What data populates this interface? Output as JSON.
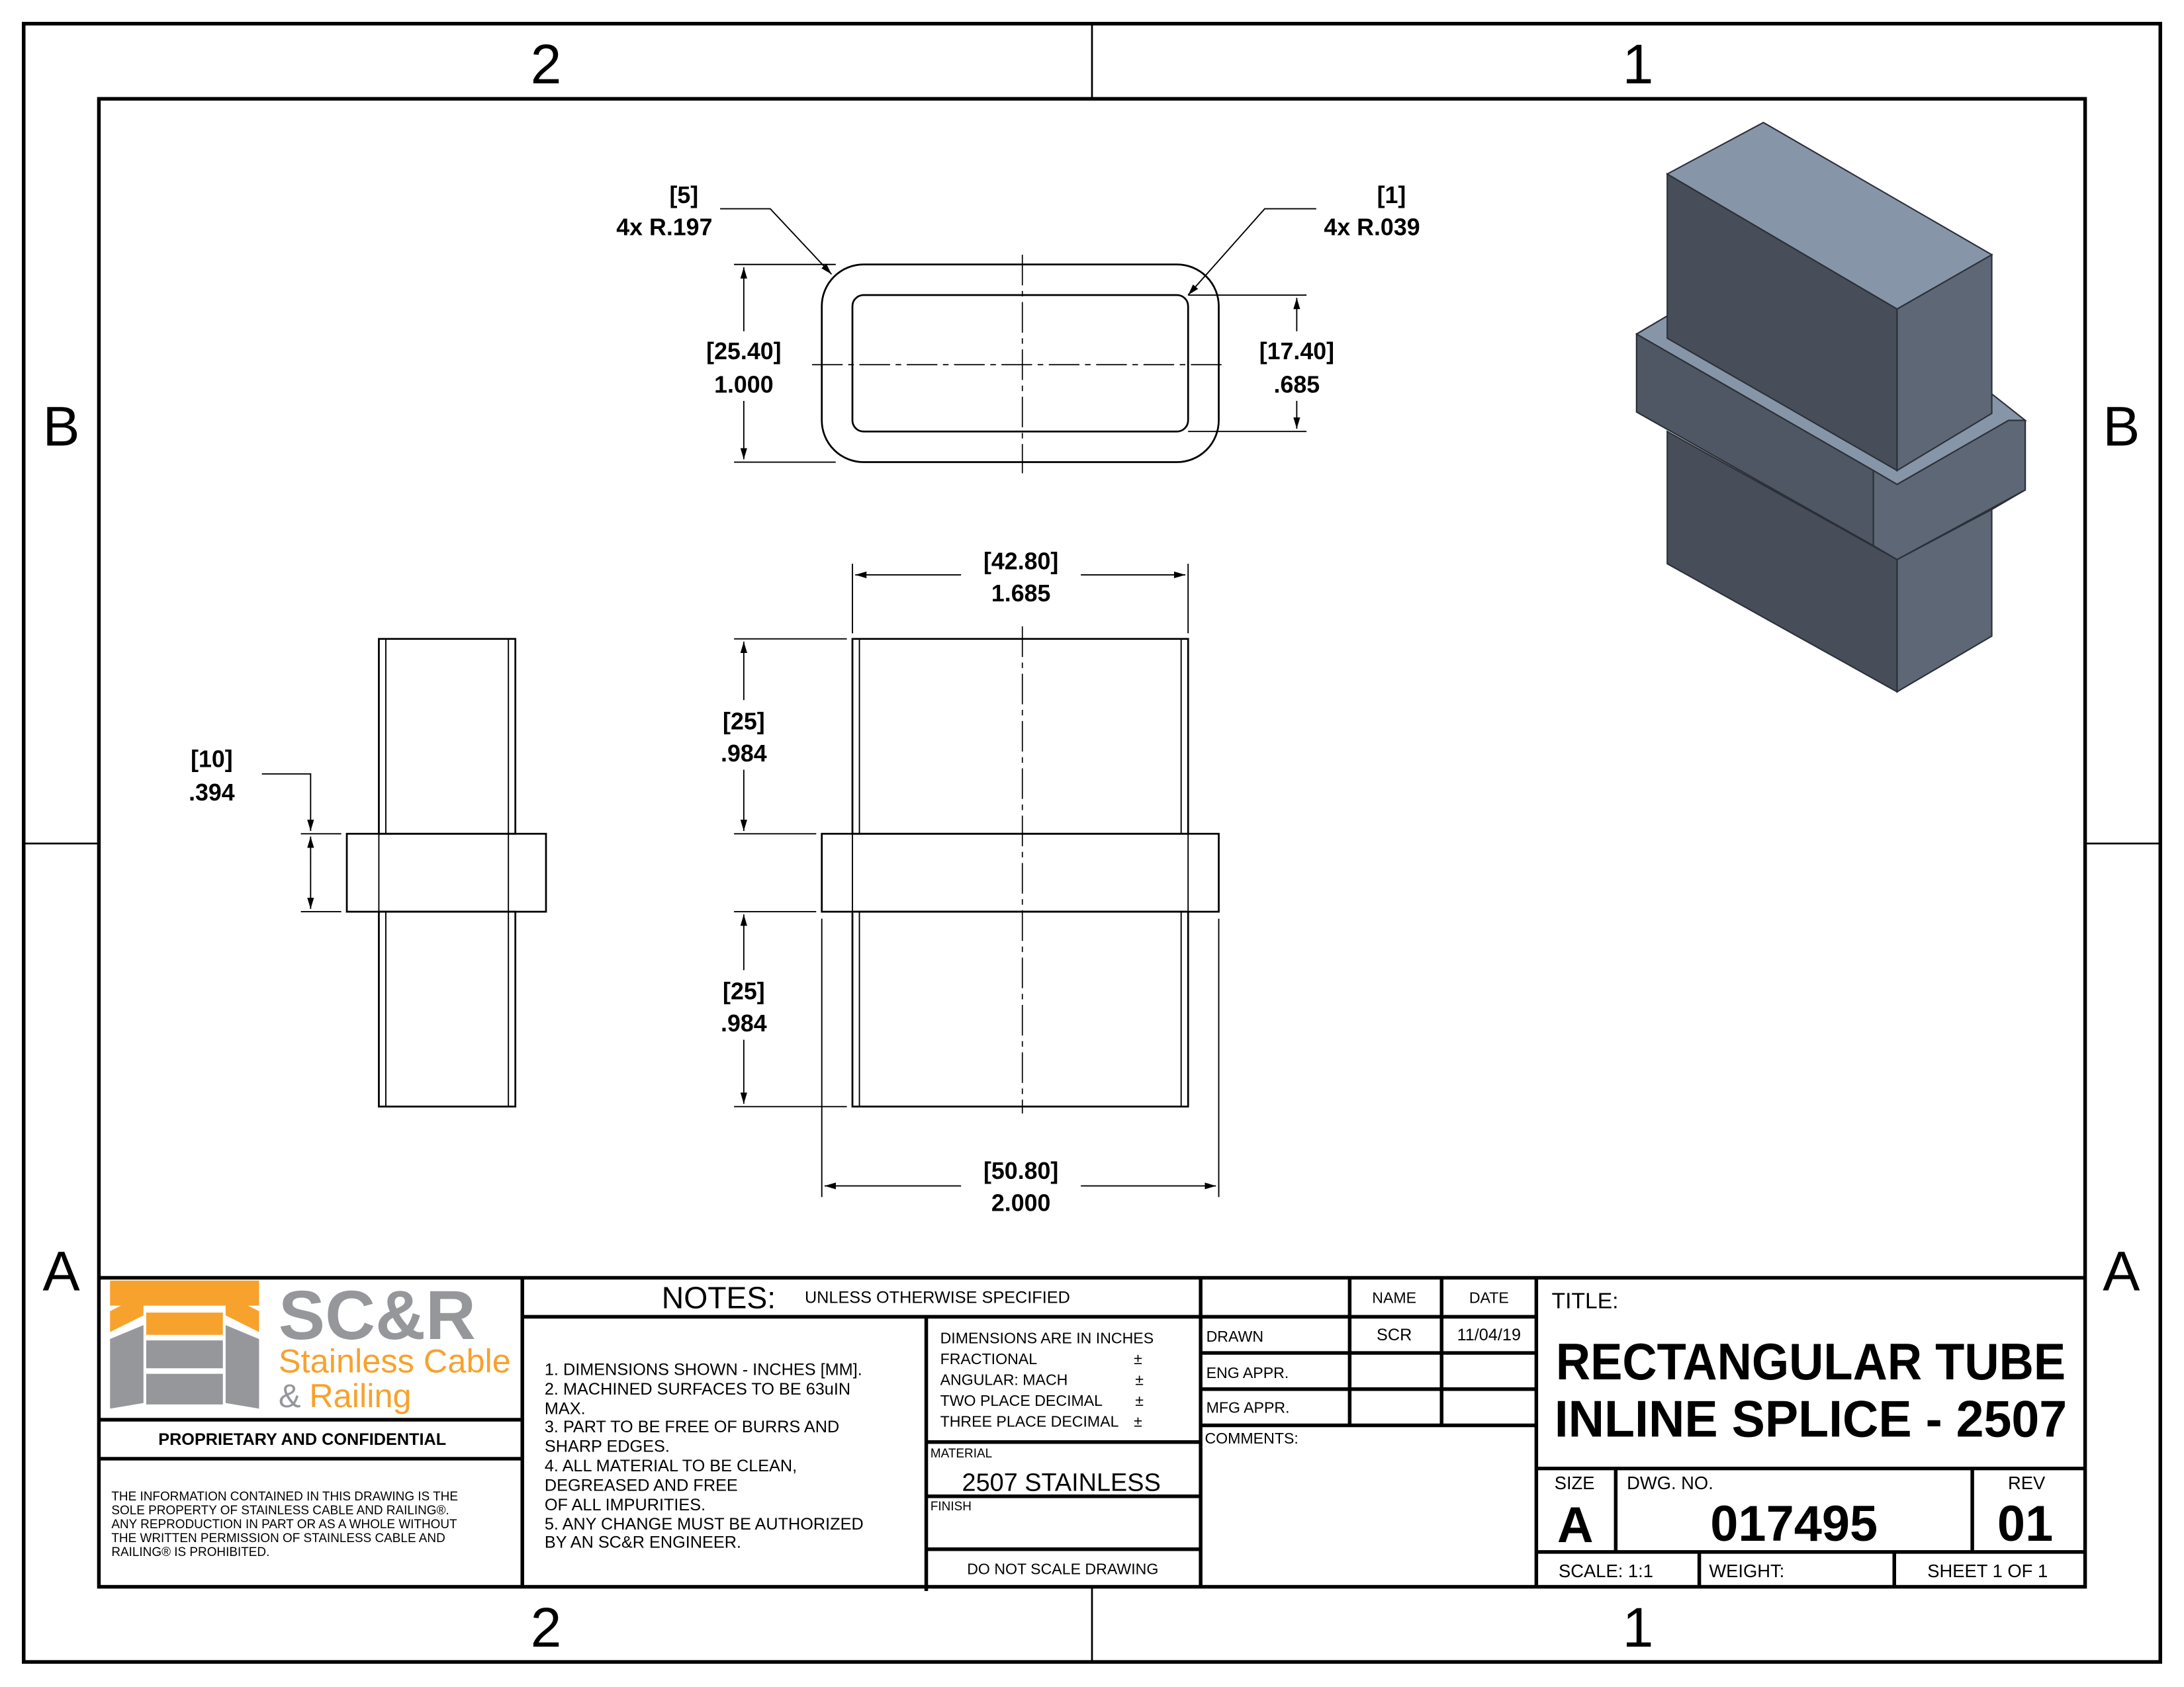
{
  "zones": {
    "top": [
      "2",
      "1"
    ],
    "bottom": [
      "2",
      "1"
    ],
    "left": [
      "B",
      "A"
    ],
    "right": [
      "B",
      "A"
    ]
  },
  "dimensions": {
    "corner_outer": {
      "mm": "[5]",
      "in": "4x R.197"
    },
    "corner_inner": {
      "mm": "[1]",
      "in": "4x R.039"
    },
    "outer_height": {
      "mm": "[25.40]",
      "in": "1.000"
    },
    "inner_height": {
      "mm": "[17.40]",
      "in": ".685"
    },
    "tube_width": {
      "mm": "[42.80]",
      "in": "1.685"
    },
    "upper_length": {
      "mm": "[25]",
      "in": ".984"
    },
    "lower_length": {
      "mm": "[25]",
      "in": ".984"
    },
    "collar_width": {
      "mm": "[10]",
      "in": ".394"
    },
    "overall_width": {
      "mm": "[50.80]",
      "in": "2.000"
    }
  },
  "logo": {
    "mark": "SC&R",
    "line1": "Stainless Cable",
    "line2_amp": "&",
    "line2": "Railing",
    "orange": "#f7a22d",
    "gray": "#96979b"
  },
  "proprietary": {
    "heading": "PROPRIETARY AND CONFIDENTIAL",
    "lines": [
      "THE INFORMATION CONTAINED IN THIS DRAWING IS THE",
      "SOLE PROPERTY OF STAINLESS CABLE AND RAILING®.",
      "ANY REPRODUCTION IN PART OR AS A WHOLE WITHOUT",
      "THE WRITTEN PERMISSION OF STAINLESS CABLE AND",
      "RAILING® IS PROHIBITED."
    ]
  },
  "notes": {
    "title": "NOTES:",
    "subtitle": "UNLESS OTHERWISE SPECIFIED",
    "lines": [
      "1. DIMENSIONS SHOWN - INCHES [MM].",
      "2. MACHINED SURFACES TO BE 63uIN",
      "MAX.",
      "3. PART TO BE FREE OF BURRS AND",
      "SHARP EDGES.",
      "4. ALL MATERIAL TO BE CLEAN,",
      "DEGREASED AND FREE",
      "OF ALL IMPURITIES.",
      "5. ANY CHANGE MUST BE AUTHORIZED",
      "BY AN SC&R ENGINEER."
    ]
  },
  "tolerances": {
    "heading": "DIMENSIONS ARE IN INCHES",
    "rows": [
      {
        "label": "FRACTIONAL",
        "sym": "±"
      },
      {
        "label": "ANGULAR: MACH",
        "sym": "±"
      },
      {
        "label": "TWO PLACE DECIMAL",
        "sym": "±"
      },
      {
        "label": "THREE PLACE DECIMAL",
        "sym": "±"
      }
    ]
  },
  "material": {
    "label": "MATERIAL",
    "value": "2507 STAINLESS"
  },
  "finish": {
    "label": "FINISH"
  },
  "do_not_scale": "DO NOT SCALE DRAWING",
  "approvals": {
    "headers": [
      "NAME",
      "DATE"
    ],
    "rows": [
      {
        "label": "DRAWN",
        "name": "SCR",
        "date": "11/04/19"
      },
      {
        "label": "ENG APPR.",
        "name": "",
        "date": ""
      },
      {
        "label": "MFG APPR.",
        "name": "",
        "date": ""
      }
    ],
    "comments_label": "COMMENTS:"
  },
  "title_block": {
    "title_label": "TITLE:",
    "title_line1": "RECTANGULAR TUBE",
    "title_line2": "INLINE SPLICE - 2507",
    "size_label": "SIZE",
    "size": "A",
    "dwg_label": "DWG.  NO.",
    "dwg_no": "017495",
    "rev_label": "REV",
    "rev": "01",
    "scale": "SCALE: 1:1",
    "weight": "WEIGHT:",
    "sheet": "SHEET 1 OF 1"
  },
  "colors": {
    "iso_top": "#8795a8",
    "iso_front": "#474e59",
    "iso_side": "#5d6776",
    "iso_edge": "#2b3038"
  }
}
